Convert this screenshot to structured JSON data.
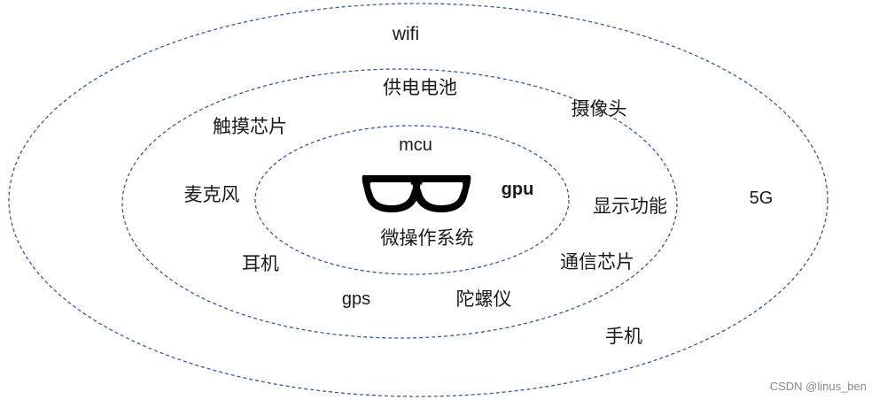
{
  "diagram": {
    "outer_ring_labels": {
      "wifi": "wifi",
      "five_g": "5G",
      "phone": "手机"
    },
    "middle_ring_labels": {
      "battery": "供电电池",
      "camera": "摄像头",
      "touch_chip": "触摸芯片",
      "microphone": "麦克风",
      "display": "显示功能",
      "earphone": "耳机",
      "comm_chip": "通信芯片",
      "gps": "gps",
      "gyroscope": "陀螺仪"
    },
    "inner_ring_labels": {
      "mcu": "mcu",
      "gpu": "gpu",
      "os": "微操作系统"
    },
    "center_icon": "glasses-icon",
    "colors": {
      "ring_stroke": "#3b5b9a",
      "text": "#1a1a1a",
      "icon": "#000000",
      "watermark": "#8a8a8a"
    }
  },
  "watermark": "CSDN @linus_ben"
}
